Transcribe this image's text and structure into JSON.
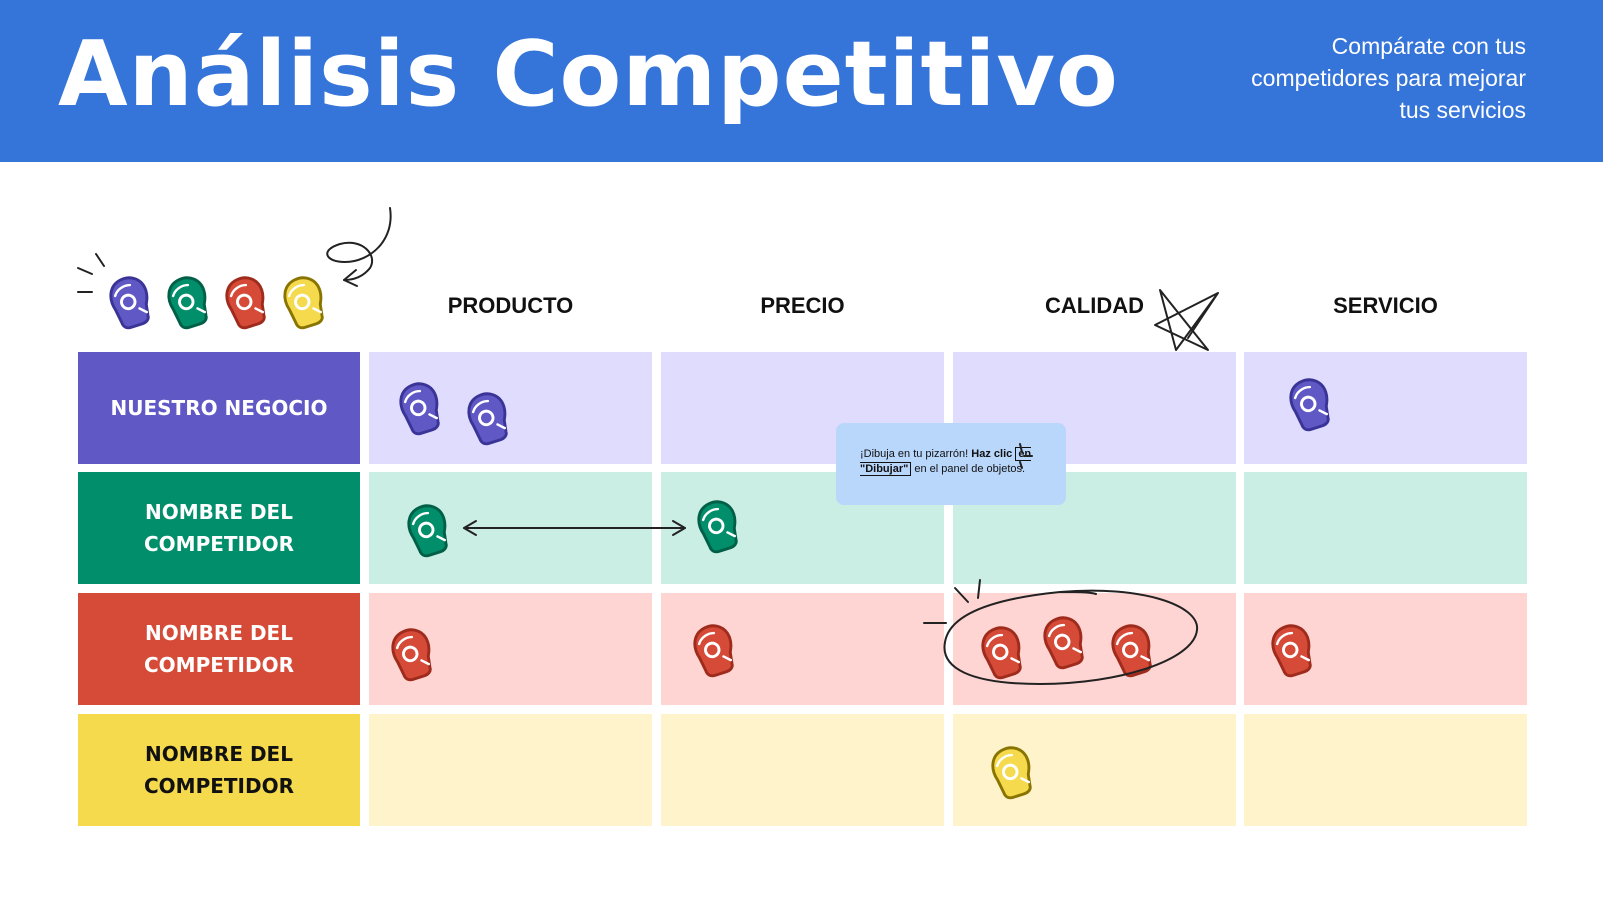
{
  "header": {
    "title": "Análisis Competitivo",
    "subtitle": "Compárate con tus competidores para mejorar tus servicios"
  },
  "columns": [
    "PRODUCTO",
    "PRECIO",
    "CALIDAD",
    "SERVICIO"
  ],
  "rows": [
    {
      "label": "NUESTRO NEGOCIO",
      "color": "#5f58c5",
      "cell_color": "#e0dcfd",
      "text_color": "#ffffff"
    },
    {
      "label": "NOMBRE DEL\nCOMPETIDOR",
      "color": "#008e6b",
      "cell_color": "#caede4",
      "text_color": "#ffffff"
    },
    {
      "label": "NOMBRE DEL\nCOMPETIDOR",
      "color": "#d64a38",
      "cell_color": "#fed5d2",
      "text_color": "#ffffff"
    },
    {
      "label": "NOMBRE DEL\nCOMPETIDOR",
      "color": "#f5da4e",
      "cell_color": "#fff3cb",
      "text_color": "#111111"
    }
  ],
  "tip": {
    "part1": "¡Dibuja en tu pizarrón! ",
    "bold1": "Haz clic",
    "bold2": "en \"Dibujar\"",
    "part2": " en el panel de objetos."
  },
  "icons": {
    "name": "ok-hand-icon"
  }
}
